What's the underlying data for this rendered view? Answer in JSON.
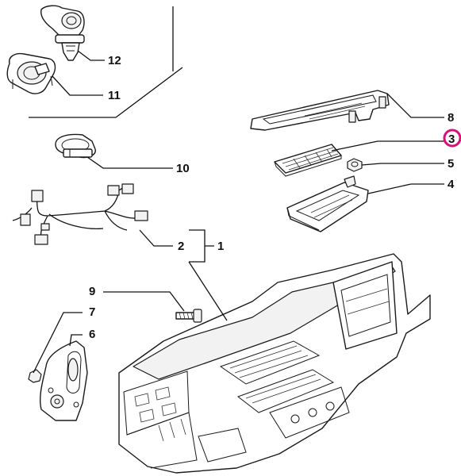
{
  "callouts": {
    "p1": "1",
    "p2": "2",
    "p3": "3",
    "p4": "4",
    "p5": "5",
    "p6": "6",
    "p7": "7",
    "p8": "8",
    "p9": "9",
    "p10": "10",
    "p11": "11",
    "p12": "12"
  },
  "highlight": {
    "part": "3",
    "color": "#d6127a"
  },
  "colors": {
    "line": "#111111",
    "background": "#ffffff"
  }
}
